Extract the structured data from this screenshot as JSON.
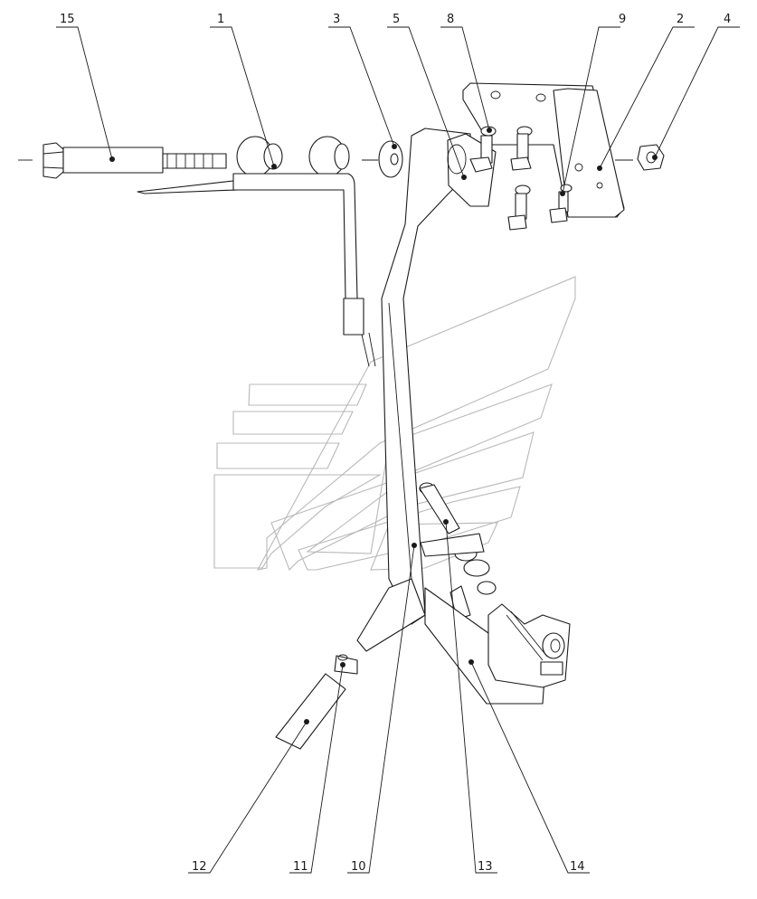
{
  "diagram": {
    "type": "exploded-parts-view",
    "callouts": [
      {
        "id": "15",
        "text": "15"
      },
      {
        "id": "1",
        "text": "1"
      },
      {
        "id": "3",
        "text": "3"
      },
      {
        "id": "5",
        "text": "5"
      },
      {
        "id": "8",
        "text": "8"
      },
      {
        "id": "9",
        "text": "9"
      },
      {
        "id": "2",
        "text": "2"
      },
      {
        "id": "4",
        "text": "4"
      },
      {
        "id": "12",
        "text": "12"
      },
      {
        "id": "11",
        "text": "11"
      },
      {
        "id": "10",
        "text": "10"
      },
      {
        "id": "13",
        "text": "13"
      },
      {
        "id": "14",
        "text": "14"
      }
    ],
    "line_color": "#1a1a1a",
    "watermark_color": "#b8b8b8"
  }
}
